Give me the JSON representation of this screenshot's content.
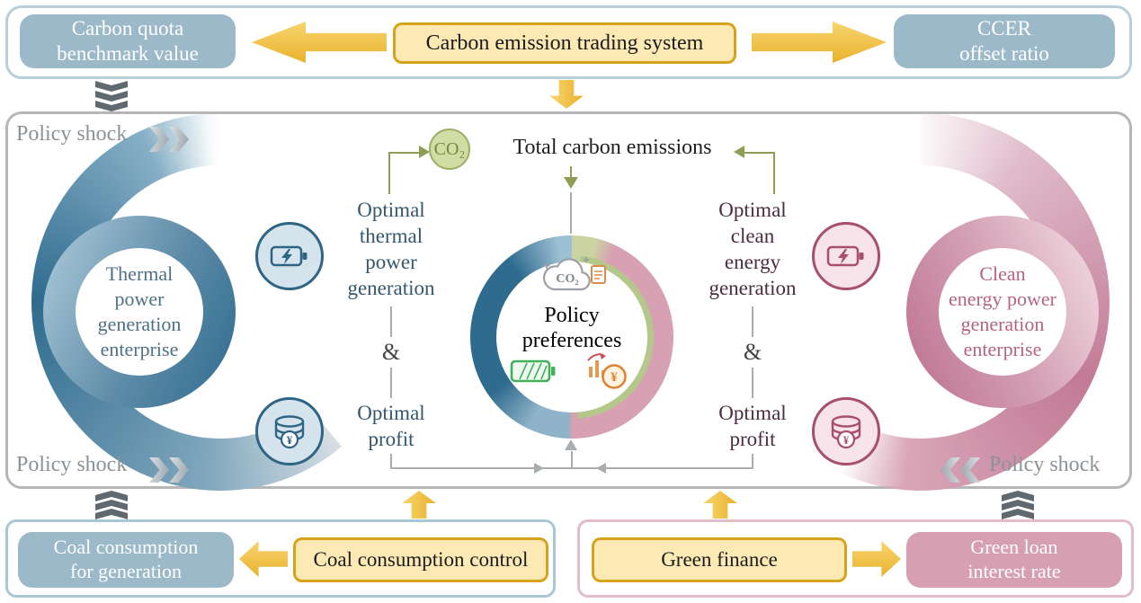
{
  "top": {
    "left_pill": "Carbon quota\nbenchmark value",
    "center_box": "Carbon emission trading system",
    "right_pill": "CCER\noffset ratio"
  },
  "panel": {
    "policy_shock": "Policy shock",
    "co2": "CO₂",
    "total_emissions": "Total carbon emissions",
    "left_ring_label": "Thermal\npower\ngeneration\nenterprise",
    "right_ring_label": "Clean\nenergy power\ngeneration\nenterprise",
    "left_optimal": "Optimal\nthermal\npower\ngeneration",
    "right_optimal": "Optimal\nclean\nenergy\ngeneration",
    "ampersand": "&",
    "optimal_profit": "Optimal\nprofit",
    "center_label": "Policy\npreferences"
  },
  "icons": {
    "yen": "¥"
  },
  "bottom_left": {
    "pill": "Coal consumption\nfor generation",
    "box": "Coal consumption control"
  },
  "bottom_right": {
    "box": "Green finance",
    "pill": "Green loan\ninterest rate"
  },
  "colors": {
    "blue_node": "#9cb9ca",
    "pink_node": "#d69fb2",
    "yellow_fill": "#fce9b4",
    "yellow_border": "#d7a31d",
    "blue_deep": "#2f6b8e",
    "pink_deep": "#c27a95",
    "green_accent": "#8e9f55"
  }
}
